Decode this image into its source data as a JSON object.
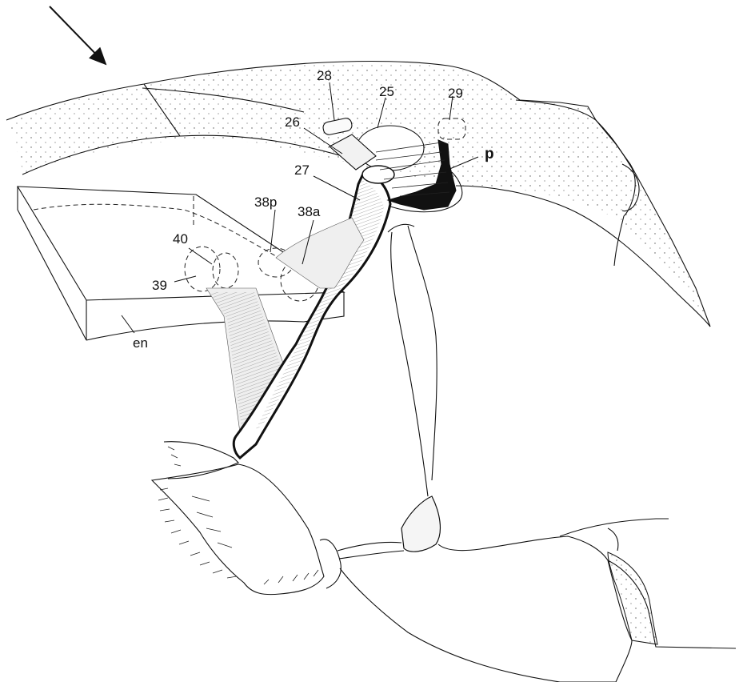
{
  "labels": {
    "l25": "25",
    "l26": "26",
    "l27": "27",
    "l28": "28",
    "l29": "29",
    "lp": "p",
    "l38p": "38p",
    "l38a": "38a",
    "l40": "40",
    "l39": "39",
    "len": "en"
  }
}
